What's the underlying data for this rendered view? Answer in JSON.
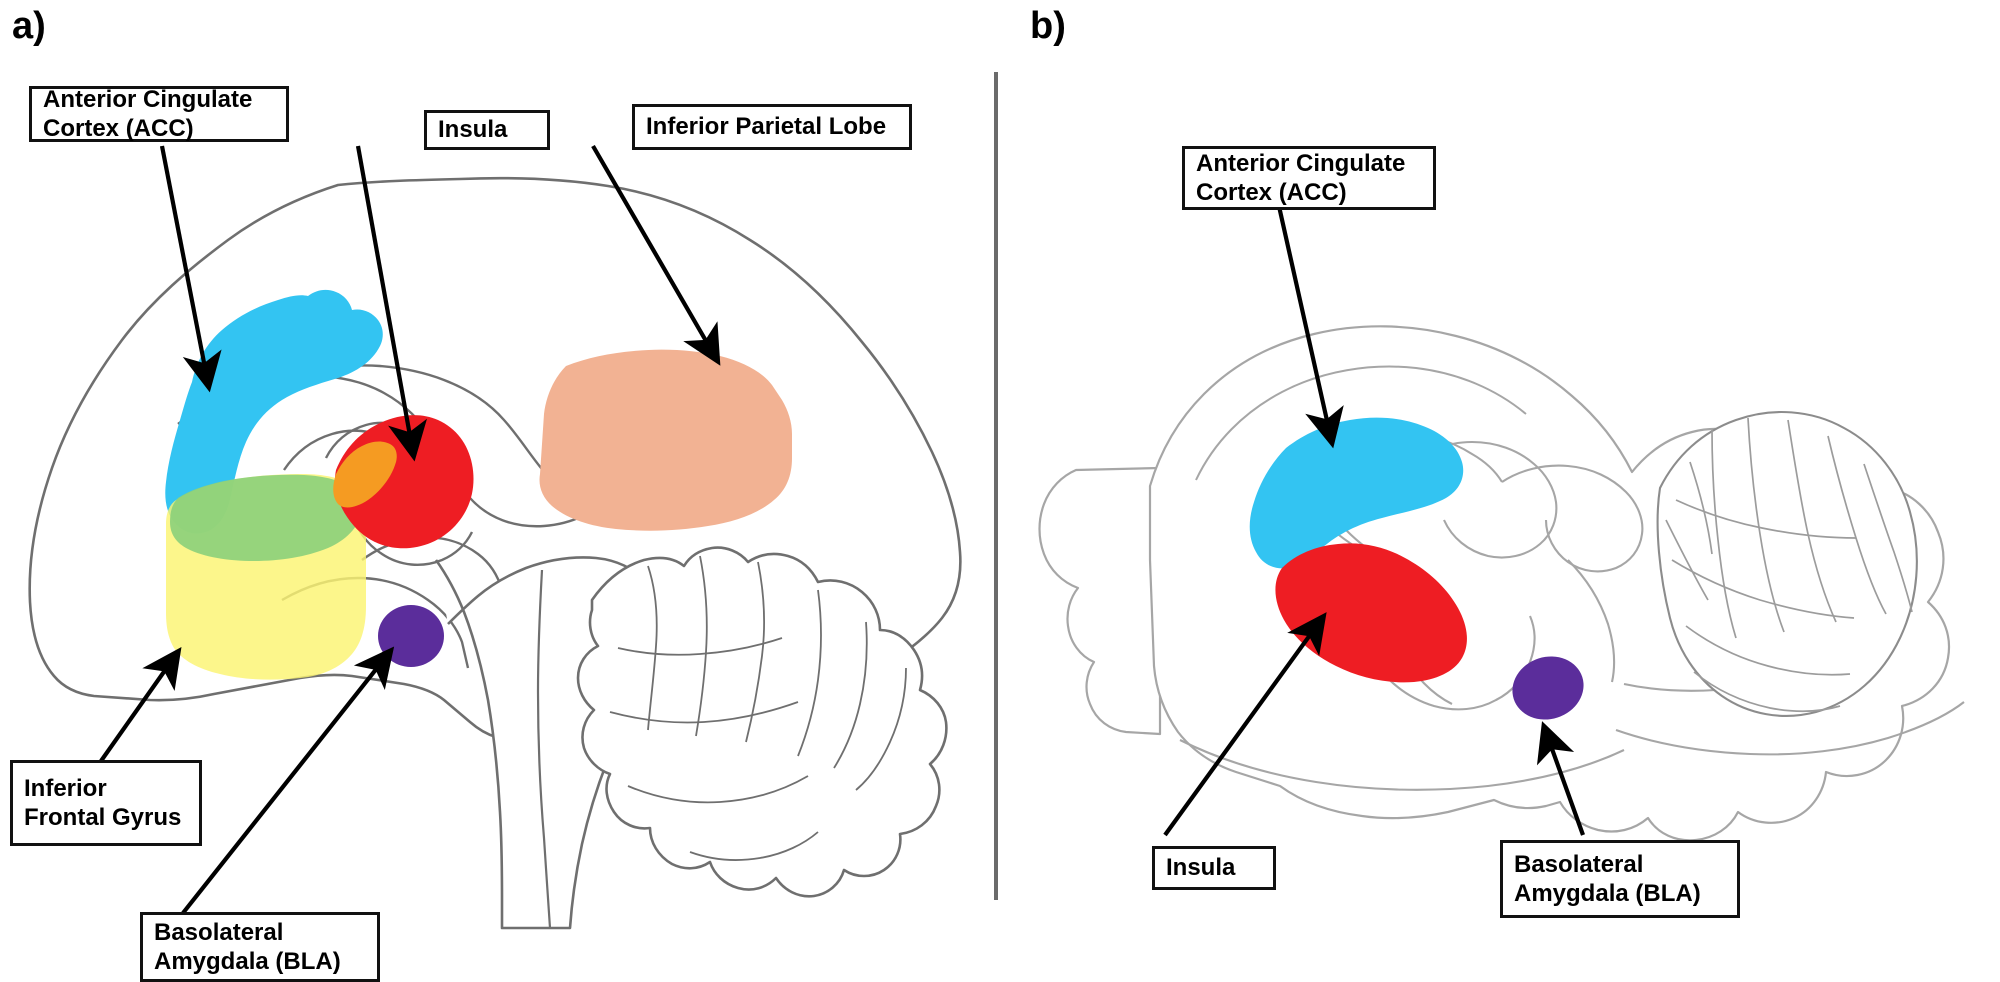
{
  "figure": {
    "title": "Brain regions implicated in empathy — human (a) and rodent (b) sagittal schematics",
    "background_color": "#ffffff",
    "divider_color": "#6b6b6b"
  },
  "panels": [
    {
      "id": "a",
      "letter": "a)",
      "species": "human",
      "view": "sagittal midline section",
      "labels": [
        {
          "key": "acc",
          "text": "Anterior Cingulate\nCortex (ACC)",
          "region_color": "#33c4f2"
        },
        {
          "key": "insula",
          "text": "Insula",
          "region_color": "#ee1d23"
        },
        {
          "key": "ipl",
          "text": "Inferior Parietal Lobe",
          "region_color": "#f2b293"
        },
        {
          "key": "ifg",
          "text": "Inferior\nFrontal Gyrus",
          "region_color": "#fbf471"
        },
        {
          "key": "bla",
          "text": "Basolateral\nAmygdala (BLA)",
          "region_color": "#5b2d9b"
        }
      ],
      "regions": [
        {
          "name": "anterior-cingulate-cortex",
          "color": "#33c4f2"
        },
        {
          "name": "inferior-frontal-gyrus",
          "color": "#fbf471"
        },
        {
          "name": "inferior-frontal-gyrus-overlap",
          "color": "#8bd07a"
        },
        {
          "name": "insula",
          "color": "#ee1d23"
        },
        {
          "name": "insula-ifg-overlap",
          "color": "#f59b22"
        },
        {
          "name": "inferior-parietal-lobe",
          "color": "#f2b293"
        },
        {
          "name": "basolateral-amygdala",
          "color": "#5b2d9b"
        }
      ]
    },
    {
      "id": "b",
      "letter": "b)",
      "species": "rodent",
      "view": "sagittal section",
      "labels": [
        {
          "key": "acc",
          "text": "Anterior Cingulate\nCortex (ACC)",
          "region_color": "#33c4f2"
        },
        {
          "key": "insula",
          "text": "Insula",
          "region_color": "#ee1d23"
        },
        {
          "key": "bla",
          "text": "Basolateral\nAmygdala (BLA)",
          "region_color": "#5b2d9b"
        }
      ],
      "regions": [
        {
          "name": "anterior-cingulate-cortex",
          "color": "#33c4f2"
        },
        {
          "name": "insula",
          "color": "#ee1d23"
        },
        {
          "name": "basolateral-amygdala",
          "color": "#5b2d9b"
        }
      ]
    }
  ],
  "style": {
    "outline_stroke": "#6f6f6f",
    "label_border": "#111111",
    "arrow_color": "#000000"
  }
}
